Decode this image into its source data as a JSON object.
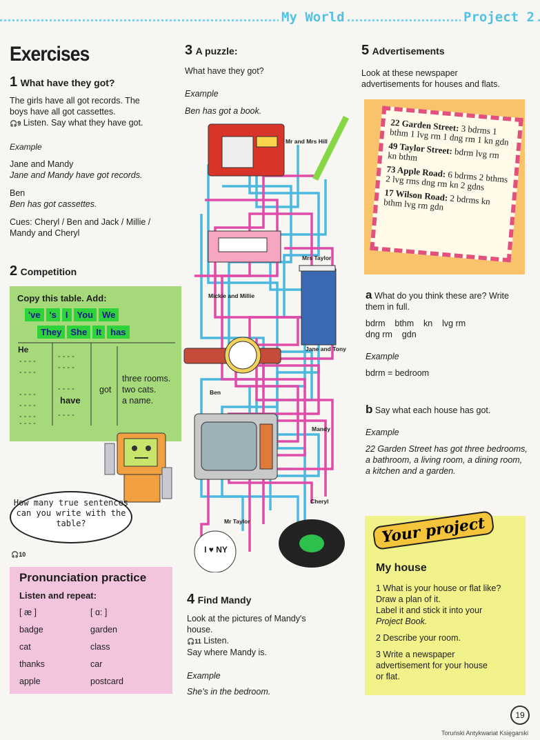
{
  "header": {
    "left": "My World",
    "right": "Project 2"
  },
  "title": "Exercises",
  "ex1": {
    "num": "1",
    "heading": "What have they got?",
    "intro1": "The girls have all got records. The",
    "intro2": "boys have all got cassettes.",
    "audio": "9",
    "listen": "Listen. Say what they have got.",
    "example_label": "Example",
    "e1": "Jane and Mandy",
    "e2": "Jane and Mandy have got records.",
    "e3": "Ben",
    "e4": "Ben has got cassettes.",
    "cues1": "Cues: Cheryl / Ben and Jack / Millie /",
    "cues2": "Mandy and Cheryl"
  },
  "ex2": {
    "num": "2",
    "heading": "Competition",
    "copy": "Copy this table. Add:",
    "chips_row1": [
      "'ve",
      "'s",
      "I",
      "You",
      "We"
    ],
    "chips_row2": [
      "They",
      "She",
      "It",
      "has"
    ],
    "he": "He",
    "have": "have",
    "got": "got",
    "obj1": "three rooms.",
    "obj2": "two cats.",
    "obj3": "a name.",
    "bubble": "How many true sentences can you write with the table?",
    "audio": "10"
  },
  "pron": {
    "heading": "Pronunciation practice",
    "sub": "Listen and repeat:",
    "col1_head": "[ æ ]",
    "col2_head": "[ ɑ: ]",
    "col1": [
      "badge",
      "cat",
      "thanks",
      "apple"
    ],
    "col2": [
      "garden",
      "class",
      "car",
      "postcard"
    ]
  },
  "ex3": {
    "num": "3",
    "heading": "A puzzle:",
    "q": "What have they got?",
    "example_label": "Example",
    "example": "Ben has got a book.",
    "labels": {
      "mr_mrs_hill": "Mr and Mrs Hill",
      "mrs_taylor": "Mrs Taylor",
      "mickie_millie": "Mickie and Millie",
      "jane_tony": "Jane and Tony",
      "ben": "Ben",
      "mandy": "Mandy",
      "cheryl": "Cheryl",
      "mr_taylor": "Mr Taylor"
    },
    "badge": "I ♥ NY"
  },
  "ex4": {
    "num": "4",
    "heading": "Find Mandy",
    "l1": "Look at the pictures of Mandy's",
    "l2": "house.",
    "audio": "11",
    "listen": "Listen.",
    "l3": "Say where Mandy is.",
    "example_label": "Example",
    "example": "She's in the bedroom."
  },
  "ex5": {
    "num": "5",
    "heading": "Advertisements",
    "l1": "Look at these newspaper",
    "l2": "advertisements for houses and flats.",
    "ads": [
      {
        "title": "22 Garden Street:",
        "body": "3 bdrms 1 bthm 1 lvg rm 1 dng rm 1 kn gdn"
      },
      {
        "title": "49 Taylor Street:",
        "body": "bdrm lvg rm kn bthm"
      },
      {
        "title": "73 Apple Road:",
        "body": "6 bdrms 2 bthms 2 lvg rms dng rm kn 2 gdns"
      },
      {
        "title": "17 Wilson Road:",
        "body": "2 bdrms kn bthm lvg rm gdn"
      }
    ],
    "a_letter": "a",
    "a_q1": "What do you think these are? Write",
    "a_q2": "them in full.",
    "abbr1": "bdrm    bthm    kn    lvg rm",
    "abbr2": "dng rm    gdn",
    "a_example_label": "Example",
    "a_example": "bdrm = bedroom",
    "b_letter": "b",
    "b_q": "Say what each house has got.",
    "b_example_label": "Example",
    "b_example": "22 Garden Street has got three bedrooms, a bathroom, a living room, a dining room, a kitchen and a garden."
  },
  "project": {
    "banner": "Your project",
    "heading": "My house",
    "i1a": "1 What is your house or flat like?",
    "i1b": "Draw a plan of it.",
    "i1c": "Label it and stick it into your",
    "i1d": "Project Book.",
    "i2": "2 Describe your room.",
    "i3a": "3 Write a newspaper",
    "i3b": "advertisement for your house",
    "i3c": "or flat."
  },
  "page_number": "19",
  "footer": "Toruński Antykwariat Księgarski",
  "colors": {
    "header": "#52c2e4",
    "green": "#a5d97a",
    "pink": "#f3c4dd",
    "yellow": "#f1f38a",
    "orange": "#f8c36a"
  }
}
